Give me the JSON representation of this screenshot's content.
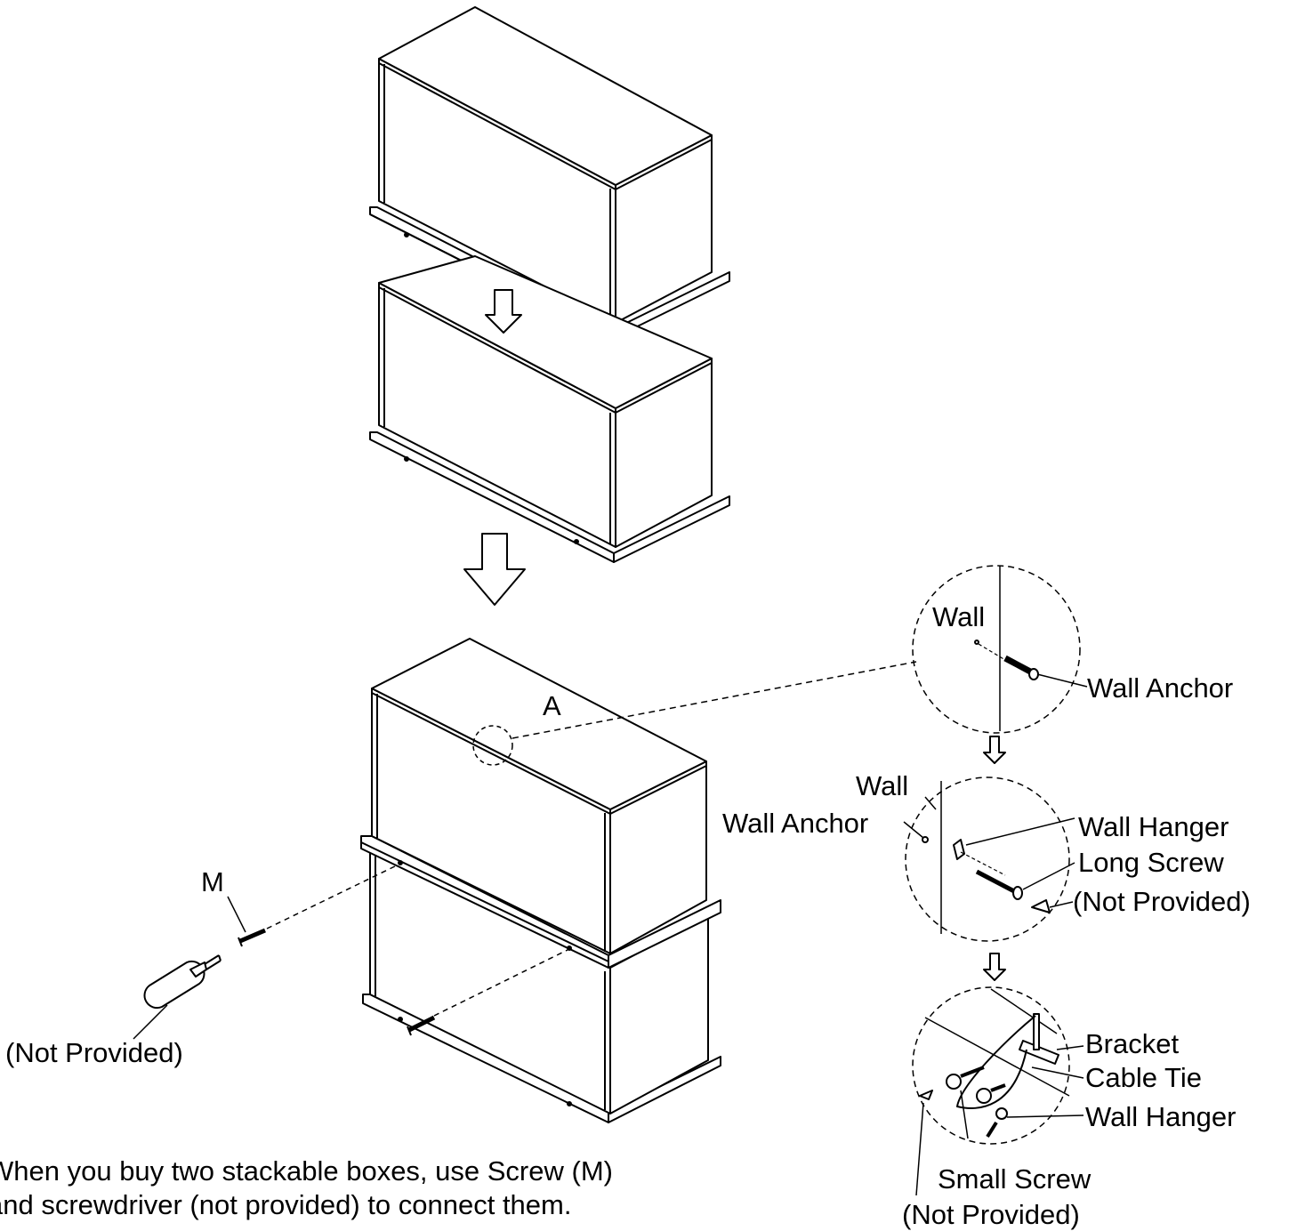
{
  "labels": {
    "detail_a": "A",
    "screw_m": "M",
    "screwdriver_not_provided": "(Not Provided)",
    "wall_1": "Wall",
    "wall_anchor_1": "Wall Anchor",
    "wall_2": "Wall",
    "wall_anchor_2": "Wall Anchor",
    "wall_hanger_1": "Wall Hanger",
    "long_screw": "Long Screw",
    "drill_not_provided": "(Not Provided)",
    "bracket": "Bracket",
    "cable_tie": "Cable Tie",
    "wall_hanger_2": "Wall Hanger",
    "small_screw": "Small Screw",
    "small_screw_not_provided": "(Not Provided)"
  },
  "caption": {
    "line1": "When you buy two stackable boxes, use Screw (M)",
    "line2": "and screwdriver (not provided) to connect them."
  },
  "colors": {
    "ink": "#000000",
    "paper": "#ffffff"
  }
}
